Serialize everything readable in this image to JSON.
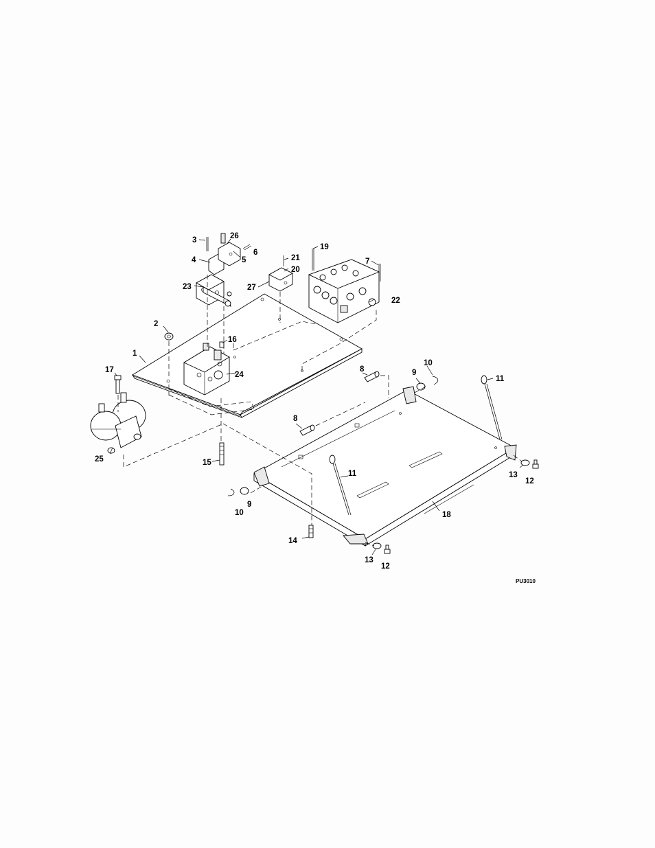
{
  "figure_id": "PU3010",
  "callouts": [
    {
      "id": "c1",
      "text": "1"
    },
    {
      "id": "c2",
      "text": "2"
    },
    {
      "id": "c3",
      "text": "3"
    },
    {
      "id": "c4",
      "text": "4"
    },
    {
      "id": "c5",
      "text": "5"
    },
    {
      "id": "c6",
      "text": "6"
    },
    {
      "id": "c7",
      "text": "7"
    },
    {
      "id": "c8a",
      "text": "8"
    },
    {
      "id": "c8b",
      "text": "8"
    },
    {
      "id": "c9a",
      "text": "9"
    },
    {
      "id": "c9b",
      "text": "9"
    },
    {
      "id": "c10a",
      "text": "10"
    },
    {
      "id": "c10b",
      "text": "10"
    },
    {
      "id": "c11a",
      "text": "11"
    },
    {
      "id": "c11b",
      "text": "11"
    },
    {
      "id": "c12a",
      "text": "12"
    },
    {
      "id": "c12b",
      "text": "12"
    },
    {
      "id": "c13a",
      "text": "13"
    },
    {
      "id": "c13b",
      "text": "13"
    },
    {
      "id": "c14",
      "text": "14"
    },
    {
      "id": "c15",
      "text": "15"
    },
    {
      "id": "c16",
      "text": "16"
    },
    {
      "id": "c17",
      "text": "17"
    },
    {
      "id": "c18",
      "text": "18"
    },
    {
      "id": "c19",
      "text": "19"
    },
    {
      "id": "c20",
      "text": "20"
    },
    {
      "id": "c21",
      "text": "21"
    },
    {
      "id": "c22",
      "text": "22"
    },
    {
      "id": "c23",
      "text": "23"
    },
    {
      "id": "c24",
      "text": "24"
    },
    {
      "id": "c25",
      "text": "25"
    },
    {
      "id": "c26",
      "text": "26"
    },
    {
      "id": "c27",
      "text": "27"
    }
  ]
}
